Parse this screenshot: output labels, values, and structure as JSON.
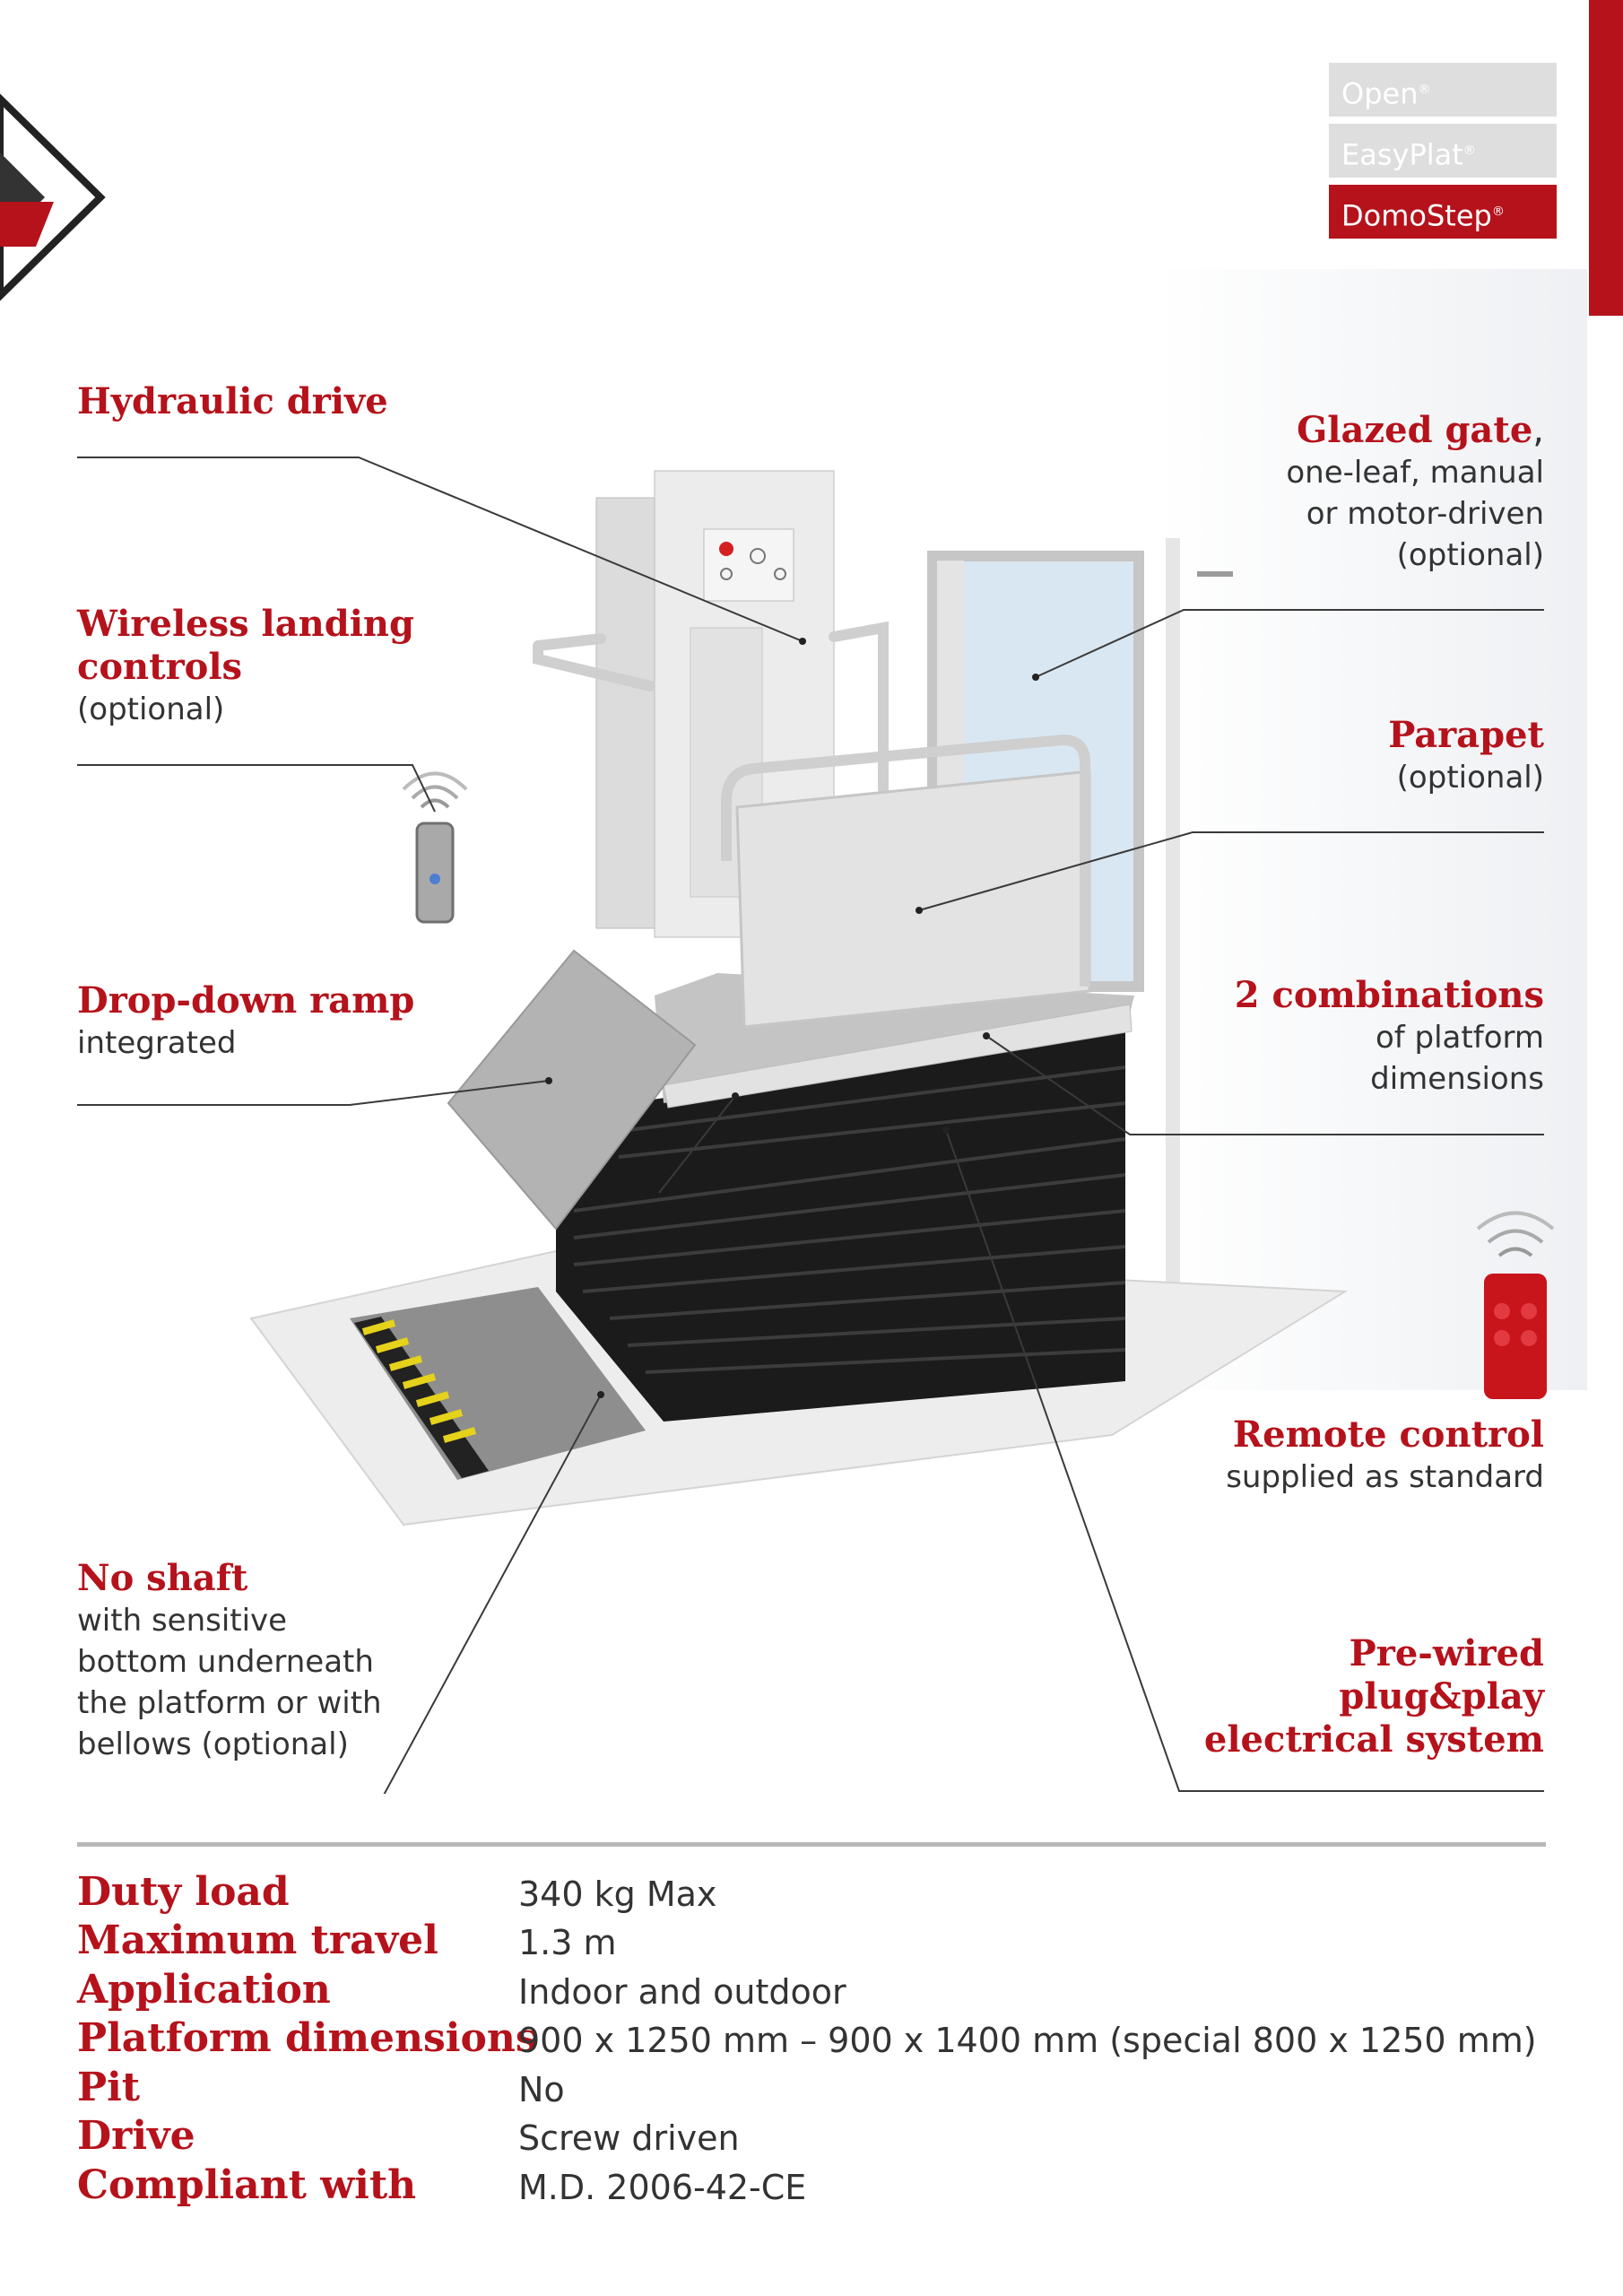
{
  "tabs": [
    {
      "label": "Open",
      "mark": "®",
      "active": false
    },
    {
      "label": "EasyPlat",
      "mark": "®",
      "active": false
    },
    {
      "label": "DomoStep",
      "mark": "®",
      "active": true
    }
  ],
  "callouts": {
    "hydraulic": {
      "title": "Hydraulic drive"
    },
    "wireless": {
      "title_line1": "Wireless landing",
      "title_line2": "controls",
      "sub": "(optional)"
    },
    "ramp": {
      "title": "Drop-down ramp",
      "sub": "integrated"
    },
    "noshaft": {
      "title": "No shaft",
      "lines": [
        "with sensitive",
        "bottom underneath",
        "the platform or with",
        "bellows (optional)"
      ]
    },
    "gate": {
      "title": "Glazed gate",
      "title_suffix": ",",
      "lines": [
        "one-leaf, manual",
        "or motor-driven",
        "(optional)"
      ]
    },
    "parapet": {
      "title": "Parapet",
      "sub": "(optional)"
    },
    "combinations": {
      "title": "2 combinations",
      "lines": [
        "of platform",
        "dimensions"
      ]
    },
    "remote": {
      "title": "Remote control",
      "sub": "supplied as standard"
    },
    "prewired": {
      "lines": [
        "Pre-wired",
        "plug&play",
        "electrical system"
      ]
    }
  },
  "specs": [
    {
      "label": "Duty load",
      "value": "340 kg Max"
    },
    {
      "label": "Maximum travel",
      "value": "1.3 m"
    },
    {
      "label": "Application",
      "value": "Indoor and outdoor"
    },
    {
      "label": "Platform dimensions",
      "value": "900 x 1250 mm – 900 x 1400 mm (special 800 x 1250 mm)"
    },
    {
      "label": "Pit",
      "value": "No"
    },
    {
      "label": "Drive",
      "value": "Screw driven"
    },
    {
      "label": "Compliant with",
      "value": "M.D. 2006-42-CE"
    }
  ],
  "colors": {
    "brand_red": "#b5121b",
    "tab_gray": "#dcdcdc"
  }
}
